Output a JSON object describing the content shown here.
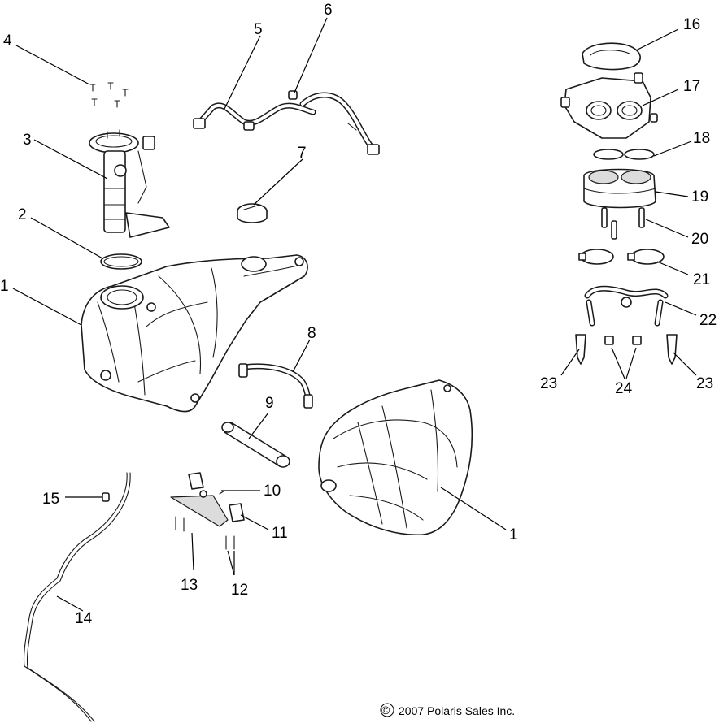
{
  "callouts": {
    "c1a": "1",
    "c1b": "1",
    "c2": "2",
    "c3": "3",
    "c4": "4",
    "c5": "5",
    "c6": "6",
    "c7": "7",
    "c8": "8",
    "c9": "9",
    "c10": "10",
    "c11": "11",
    "c12": "12",
    "c13": "13",
    "c14": "14",
    "c15": "15",
    "c16": "16",
    "c17": "17",
    "c18": "18",
    "c19": "19",
    "c20": "20",
    "c21": "21",
    "c22": "22",
    "c23a": "23",
    "c23b": "23",
    "c24": "24"
  },
  "copyright": "2007 Polaris Sales Inc.",
  "copyright_symbol": "©"
}
